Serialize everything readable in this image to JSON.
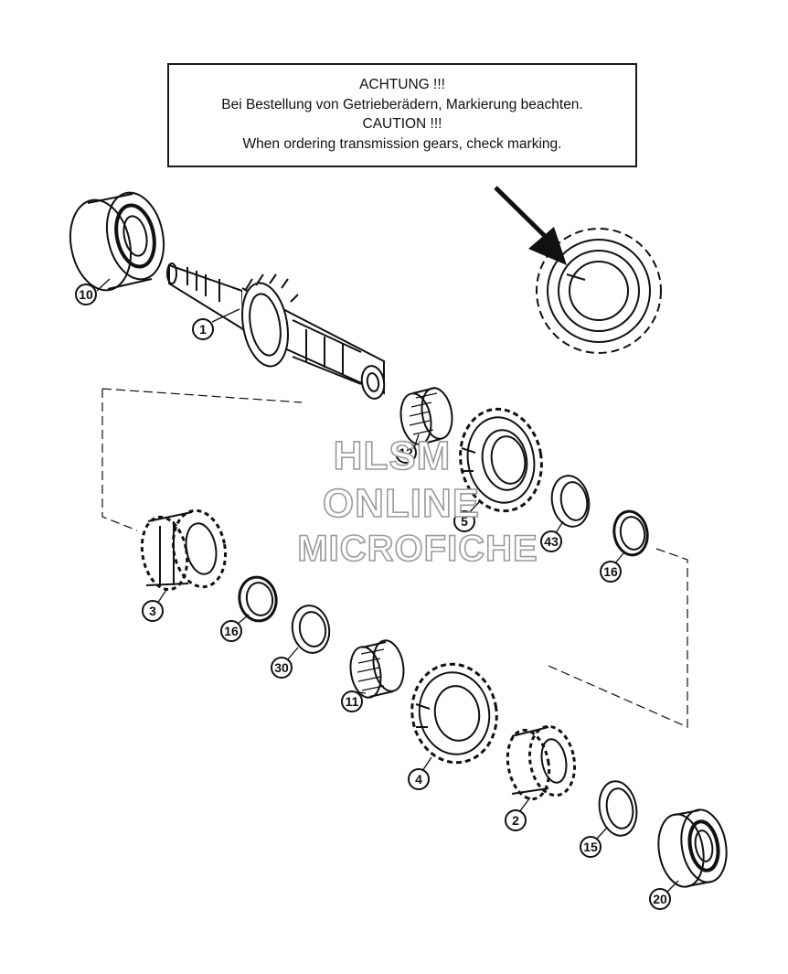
{
  "notice": {
    "line1": "ACHTUNG !!!",
    "line2": "Bei Bestellung von Getrieberädern, Markierung beachten.",
    "line3": "CAUTION !!!",
    "line4": "When ordering transmission gears, check marking."
  },
  "watermark": {
    "line1": "HLSM",
    "line2": "ONLINE",
    "line3": "MICROFICHE"
  },
  "callouts": [
    {
      "id": "callout-10a",
      "label": "10"
    },
    {
      "id": "callout-1",
      "label": "1"
    },
    {
      "id": "callout-12",
      "label": "12"
    },
    {
      "id": "callout-5",
      "label": "5"
    },
    {
      "id": "callout-43",
      "label": "43"
    },
    {
      "id": "callout-16a",
      "label": "16"
    },
    {
      "id": "callout-3",
      "label": "3"
    },
    {
      "id": "callout-16b",
      "label": "16"
    },
    {
      "id": "callout-30",
      "label": "30"
    },
    {
      "id": "callout-11",
      "label": "11"
    },
    {
      "id": "callout-4",
      "label": "4"
    },
    {
      "id": "callout-2",
      "label": "2"
    },
    {
      "id": "callout-15",
      "label": "15"
    },
    {
      "id": "callout-20",
      "label": "20"
    }
  ],
  "colors": {
    "ink": "#111111",
    "watermark_stroke": "#9a9a9a"
  }
}
